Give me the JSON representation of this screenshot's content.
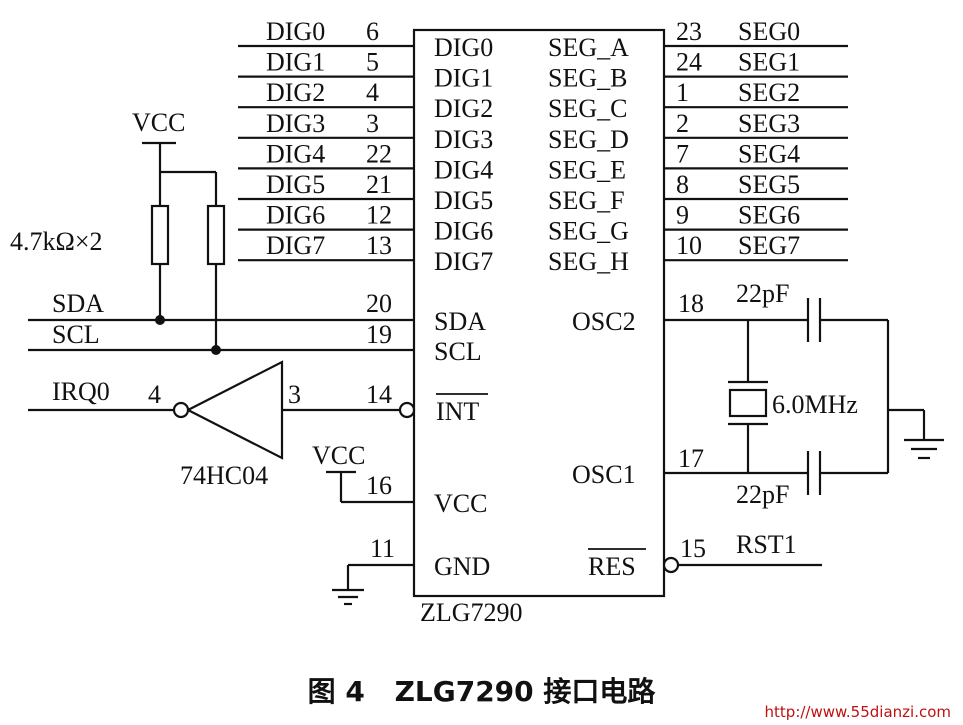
{
  "chip": {
    "name": "ZLG7290",
    "left_pins": [
      {
        "num": "6",
        "label": "DIG0",
        "net": "DIG0"
      },
      {
        "num": "5",
        "label": "DIG1",
        "net": "DIG1"
      },
      {
        "num": "4",
        "label": "DIG2",
        "net": "DIG2"
      },
      {
        "num": "3",
        "label": "DIG3",
        "net": "DIG3"
      },
      {
        "num": "22",
        "label": "DIG4",
        "net": "DIG4"
      },
      {
        "num": "21",
        "label": "DIG5",
        "net": "DIG5"
      },
      {
        "num": "12",
        "label": "DIG6",
        "net": "DIG6"
      },
      {
        "num": "13",
        "label": "DIG7",
        "net": "DIG7"
      }
    ],
    "right_pins": [
      {
        "num": "23",
        "label": "SEG_A",
        "net": "SEG0"
      },
      {
        "num": "24",
        "label": "SEG_B",
        "net": "SEG1"
      },
      {
        "num": "1",
        "label": "SEG_C",
        "net": "SEG2"
      },
      {
        "num": "2",
        "label": "SEG_D",
        "net": "SEG3"
      },
      {
        "num": "7",
        "label": "SEG_E",
        "net": "SEG4"
      },
      {
        "num": "8",
        "label": "SEG_F",
        "net": "SEG5"
      },
      {
        "num": "9",
        "label": "SEG_G",
        "net": "SEG6"
      },
      {
        "num": "10",
        "label": "SEG_H",
        "net": "SEG7"
      }
    ],
    "sda": {
      "num": "20",
      "label": "SDA",
      "net": "SDA"
    },
    "scl": {
      "num": "19",
      "label": "SCL",
      "net": "SCL"
    },
    "int": {
      "num": "14",
      "label": "INT"
    },
    "vcc": {
      "num": "16",
      "label": "VCC",
      "net": "VCC"
    },
    "gnd": {
      "num": "11",
      "label": "GND"
    },
    "osc2": {
      "num": "18",
      "label": "OSC2"
    },
    "osc1": {
      "num": "17",
      "label": "OSC1"
    },
    "res": {
      "num": "15",
      "label": "RES",
      "net": "RST1"
    }
  },
  "pullups": {
    "supply": "VCC",
    "value": "4.7kΩ×2"
  },
  "inverter": {
    "part": "74HC04",
    "in_pin": "4",
    "out_pin": "3",
    "net": "IRQ0"
  },
  "oscillator": {
    "cap_top": "22pF",
    "cap_bottom": "22pF",
    "crystal": "6.0MHz"
  },
  "caption": {
    "figure": "图 4",
    "text": "ZLG7290 接口电路"
  },
  "watermark": "http://www.55dianzi.com"
}
